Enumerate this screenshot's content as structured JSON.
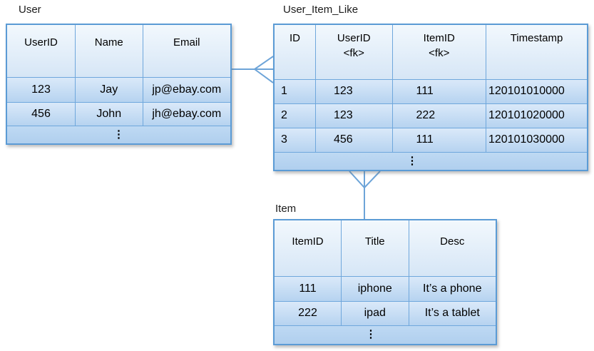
{
  "colors": {
    "table_border": "#5b9bd5",
    "inner_border": "#6fa7dc",
    "connector": "#6da4d8",
    "header_gradient_top": "#f2f8fd",
    "header_gradient_bottom": "#d6e6f6",
    "row_gradient_top": "#dae9f9",
    "row_gradient_bottom": "#b6d3f0"
  },
  "tables": {
    "user": {
      "title": "User",
      "columns": [
        {
          "label": "UserID"
        },
        {
          "label": "Name"
        },
        {
          "label": "Email"
        }
      ],
      "rows": [
        [
          "123",
          "Jay",
          "jp@ebay.com"
        ],
        [
          "456",
          "John",
          "jh@ebay.com"
        ]
      ],
      "ellipsis": "⋮"
    },
    "user_item_like": {
      "title": "User_Item_Like",
      "columns": [
        {
          "label": "ID",
          "sub": ""
        },
        {
          "label": "UserID",
          "sub": "<fk>"
        },
        {
          "label": "ItemID",
          "sub": "<fk>"
        },
        {
          "label": "Timestamp",
          "sub": ""
        }
      ],
      "rows": [
        [
          "1",
          "123",
          "111",
          "120101010000"
        ],
        [
          "2",
          "123",
          "222",
          "120101020000"
        ],
        [
          "3",
          "456",
          "111",
          "120101030000"
        ]
      ],
      "ellipsis": "⋮"
    },
    "item": {
      "title": "Item",
      "columns": [
        {
          "label": "ItemID"
        },
        {
          "label": "Title"
        },
        {
          "label": "Desc"
        }
      ],
      "rows": [
        [
          "111",
          "iphone",
          "It’s a phone"
        ],
        [
          "222",
          "ipad",
          "It’s a tablet"
        ]
      ],
      "ellipsis": "⋮"
    }
  },
  "relationships": [
    {
      "from": "User",
      "to": "User_Item_Like",
      "type": "one-to-many"
    },
    {
      "from": "Item",
      "to": "User_Item_Like",
      "type": "one-to-many"
    }
  ]
}
